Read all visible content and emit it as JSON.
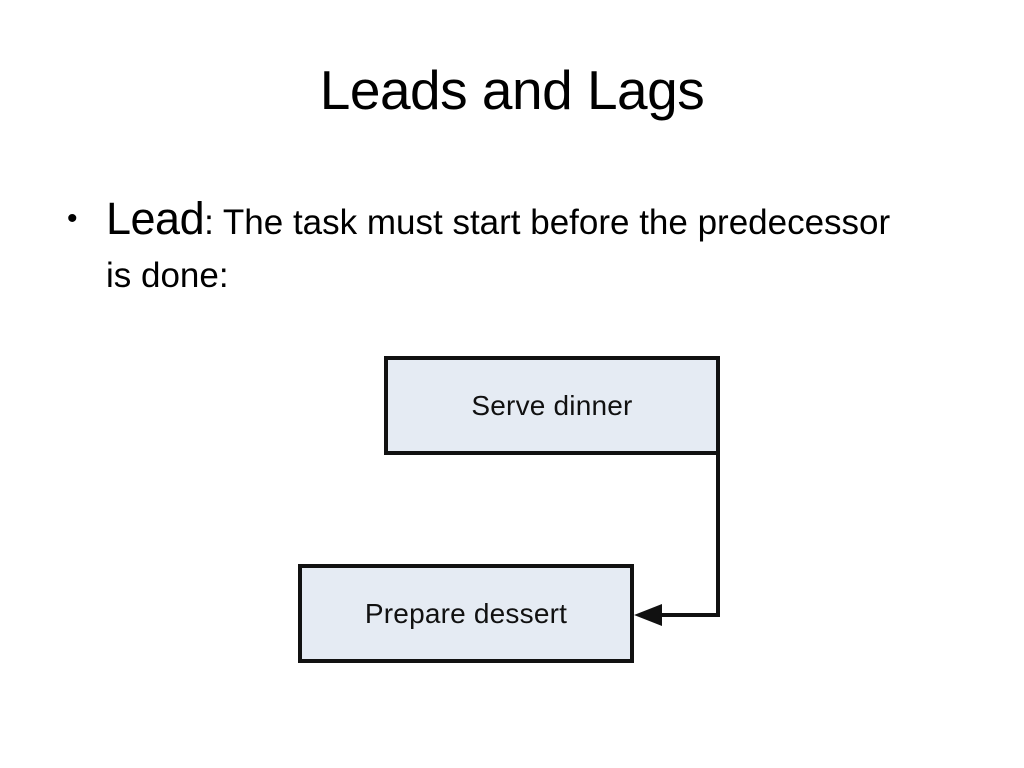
{
  "slide": {
    "title": "Leads and Lags",
    "background_color": "#ffffff",
    "text_color": "#000000"
  },
  "body": {
    "bullets": [
      {
        "marker": "•",
        "term": "Lead",
        "rest": ": The task must start before the predecessor is done:"
      }
    ]
  },
  "diagram": {
    "type": "flowchart",
    "node_fill_color": "#e5ebf3",
    "node_border_color": "#111111",
    "connector_color": "#111111",
    "nodes": [
      {
        "id": "serve-dinner",
        "label": "Serve dinner"
      },
      {
        "id": "prepare-dessert",
        "label": "Prepare dessert"
      }
    ],
    "edges": [
      {
        "from": "serve-dinner",
        "to": "prepare-dessert",
        "arrow": "arrowhead-left"
      }
    ]
  }
}
